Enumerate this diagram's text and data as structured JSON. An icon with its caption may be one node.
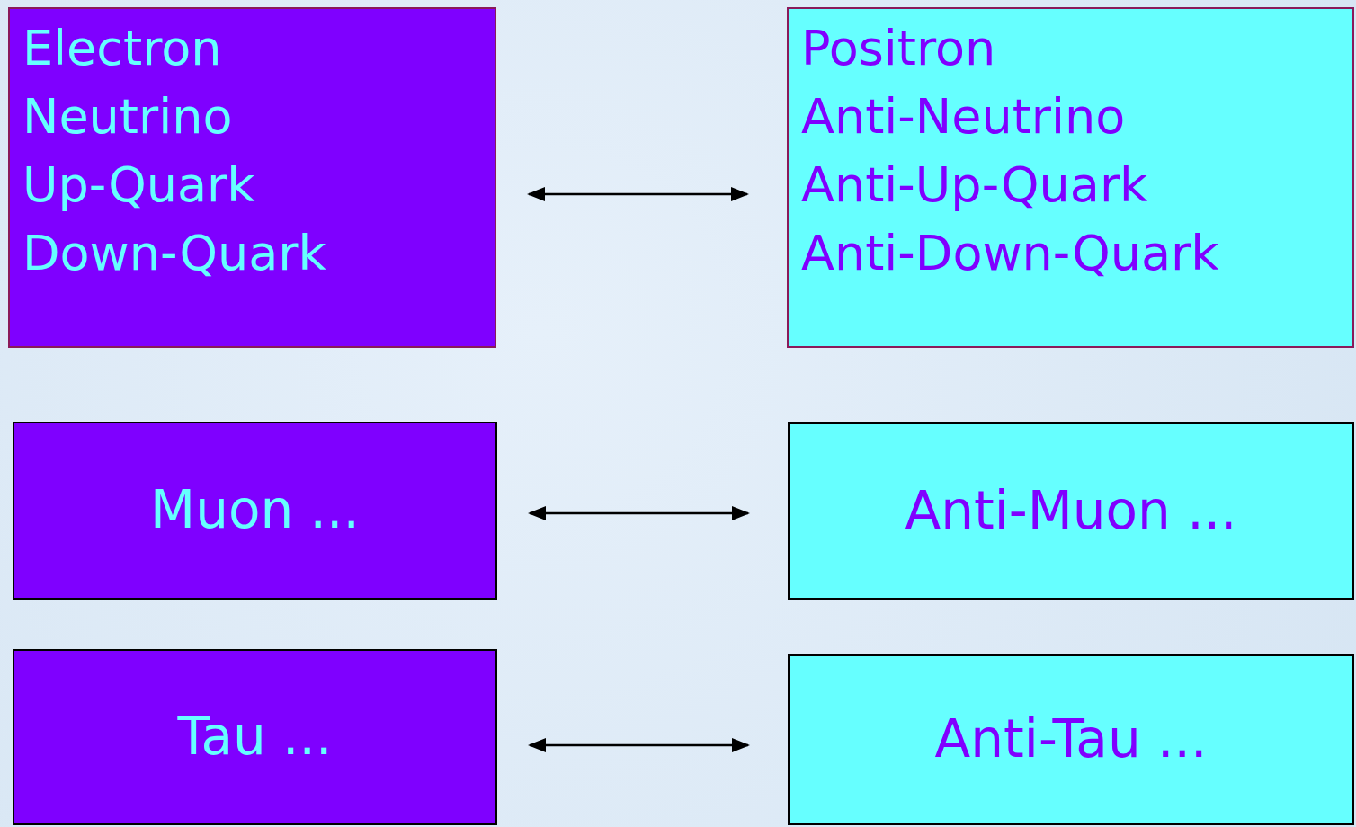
{
  "diagram": {
    "nodes": [
      {
        "text": [
          "Electron",
          "Neutrino",
          "Up-Quark",
          "Down-Quark"
        ]
      },
      {
        "text": [
          "Positron",
          "Anti-Neutrino",
          "Anti-Up-Quark",
          "Anti-Down-Quark"
        ]
      },
      {
        "text": [
          "Muon ..."
        ]
      },
      {
        "text": [
          "Anti-Muon ..."
        ]
      },
      {
        "text": [
          "Tau ..."
        ]
      },
      {
        "text": [
          "Anti-Tau ..."
        ]
      }
    ],
    "edges": [
      {
        "from": 0,
        "to": 1,
        "arrow": "both"
      },
      {
        "from": 2,
        "to": 3,
        "arrow": "both"
      },
      {
        "from": 4,
        "to": 5,
        "arrow": "both"
      }
    ]
  }
}
